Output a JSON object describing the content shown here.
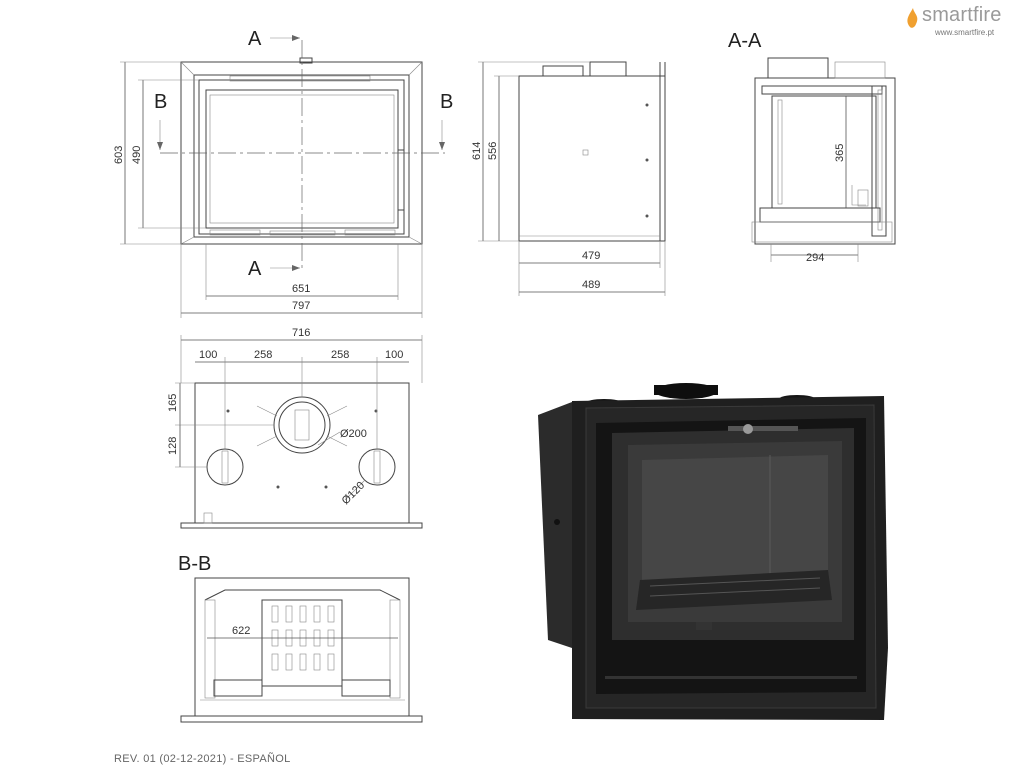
{
  "brand": {
    "name": "smartfire",
    "url": "www.smartfire.pt",
    "accent": "#f0a030"
  },
  "footer": {
    "revision": "REV. 01 (02-12-2021) - ESPAÑOL"
  },
  "section_marks": {
    "a": "A",
    "b": "B",
    "aa": "A-A",
    "bb": "B-B"
  },
  "front": {
    "height_outer": "603",
    "height_inner": "490",
    "width_inner": "651",
    "width_outer": "797"
  },
  "side": {
    "height_outer": "614",
    "height_inner": "556",
    "depth_inner": "479",
    "depth_outer": "489"
  },
  "section_aa": {
    "height": "365",
    "depth": "294"
  },
  "top": {
    "total": "716",
    "seg1": "100",
    "seg2": "258",
    "seg3": "258",
    "seg4": "100",
    "offset_main": "165",
    "offset_side": "128",
    "dia_main": "Ø200",
    "dia_side": "Ø120"
  },
  "section_bb": {
    "width": "622"
  },
  "render": {
    "frame_color": "#1e1e1e",
    "glass_color": "#2a2a2a"
  }
}
